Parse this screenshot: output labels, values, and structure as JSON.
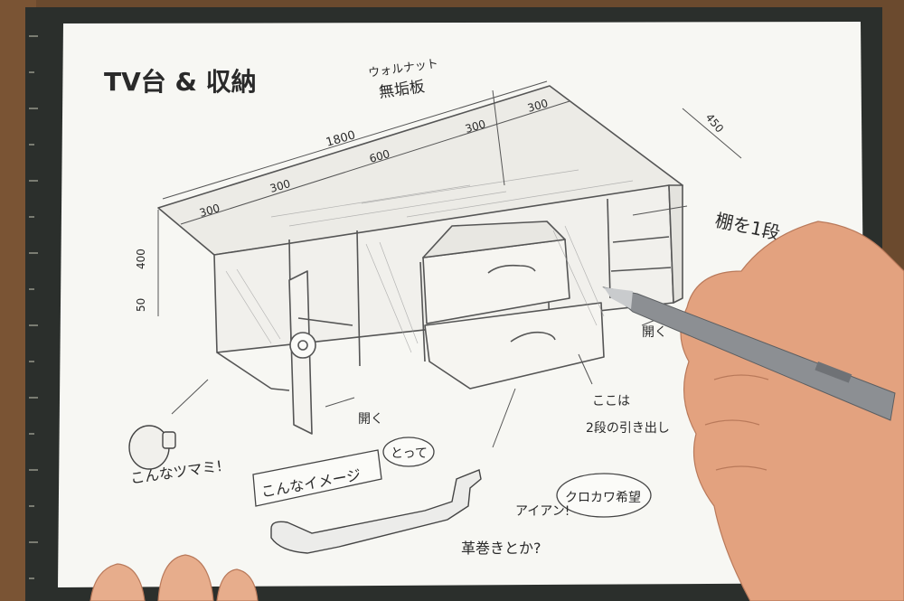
{
  "sketch": {
    "title": "TV台 & 収納",
    "wood_note_line1": "ウォルナット",
    "wood_note_line2": "無垢板",
    "dim_total": "1800",
    "dim_300_a": "300",
    "dim_300_b": "300",
    "dim_600": "600",
    "dim_300_c": "300",
    "dim_300_d": "300",
    "dim_depth": "450",
    "dim_height": "400",
    "dim_leg": "50",
    "shelf_note": "棚を1段",
    "open_right": "開く",
    "open_left": "開く",
    "drawer_note_line1": "ここは",
    "drawer_note_line2": "2段の引き出し",
    "knob_note": "こんなツマミ!",
    "image_note": "こんなイメージ",
    "handle_note": "とって",
    "iron_note": "アイアン!",
    "black_note": "クロカワ希望",
    "leather_note": "革巻きとか?"
  },
  "colors": {
    "desk": "#6b4a2e",
    "mat": "#2b2f2c",
    "paper": "#f7f7f3",
    "pencil_line": "#555555",
    "skin": "#e3a27f"
  }
}
